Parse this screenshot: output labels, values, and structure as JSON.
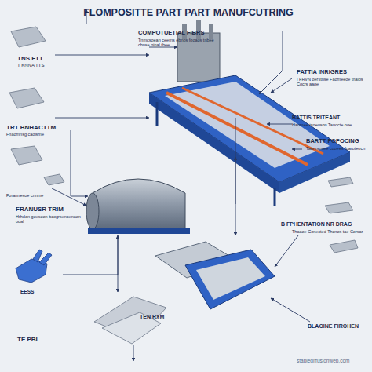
{
  "diagram": {
    "title": "FLOMPOSITTE PART PART MANUFCUTRING",
    "labels": [
      "TNS FTT",
      "T KNNA TTS",
      "COMPOTUETIAL FIBRS",
      "Tnmcsoean ceerns ebnos fooaos tnbee chnse oinal thee",
      "PATTIA INRIGRES",
      "I FRVN oerstnse Faomeeoe tnaios Cocrs aaoe",
      "TRT BNHACTTM",
      "Fnaomnsg caoisme",
      "BATTIS TRITEANT",
      "Haomee tsneoson Tanocte ooe",
      "BARTT FOPOCING",
      "Taonrsosee cooees foaroteocn",
      "Forannesoe cnnme",
      "FRANUSR TRIM",
      "Hrhdan goesoon bcogrsencenaon ooal",
      "B FPHENTATION NR DRAG",
      "Thaaoe Conected Thcnos tae Corsar",
      "EESS",
      "TE PBI",
      "TEN RYM",
      "BLAOINE FIROHEN",
      "stablediffusionweb.com"
    ]
  }
}
